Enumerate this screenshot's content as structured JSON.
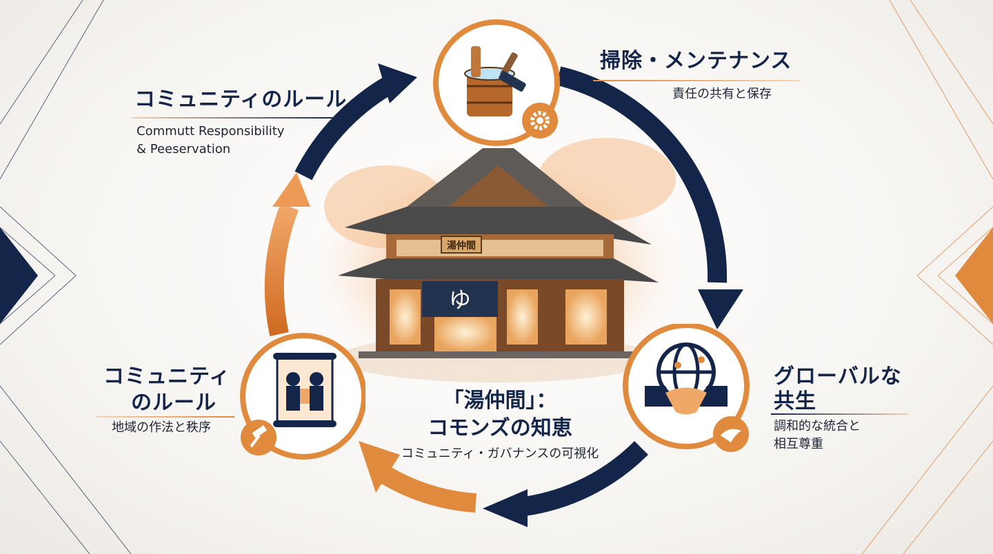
{
  "colors": {
    "navy": "#14254a",
    "orange": "#d9772f",
    "light_orange": "#f2b27a"
  },
  "top": {
    "title": "掃除・メンテナンス",
    "subtitle": "責任の共有と保存",
    "icon": "wash-bucket-brush-icon",
    "badge_icon": "gear-icon"
  },
  "top_left": {
    "title": "コミュニティのルール",
    "subtitle_line1": "Commutt Responsibility",
    "subtitle_line2": "& Peeservation"
  },
  "right": {
    "title_line1": "グローバルな",
    "title_line2": "共生",
    "subtitle_line1": "調和的な統合と",
    "subtitle_line2": "相互尊重",
    "icon": "globe-handshake-icon",
    "badge_icon": "dove-icon"
  },
  "left": {
    "title_line1": "コミュニティ",
    "title_line2": "のルール",
    "subtitle": "地域の作法と秩序",
    "icon": "scroll-icon",
    "badge_icon": "gavel-icon"
  },
  "center": {
    "title_line1": "「湯仲間」：",
    "title_line2": "コモンズの知恵",
    "subtitle": "コミュニティ・ガバナンスの可視化",
    "sign_text": "湯仲間",
    "noren_text": "ゆ"
  }
}
